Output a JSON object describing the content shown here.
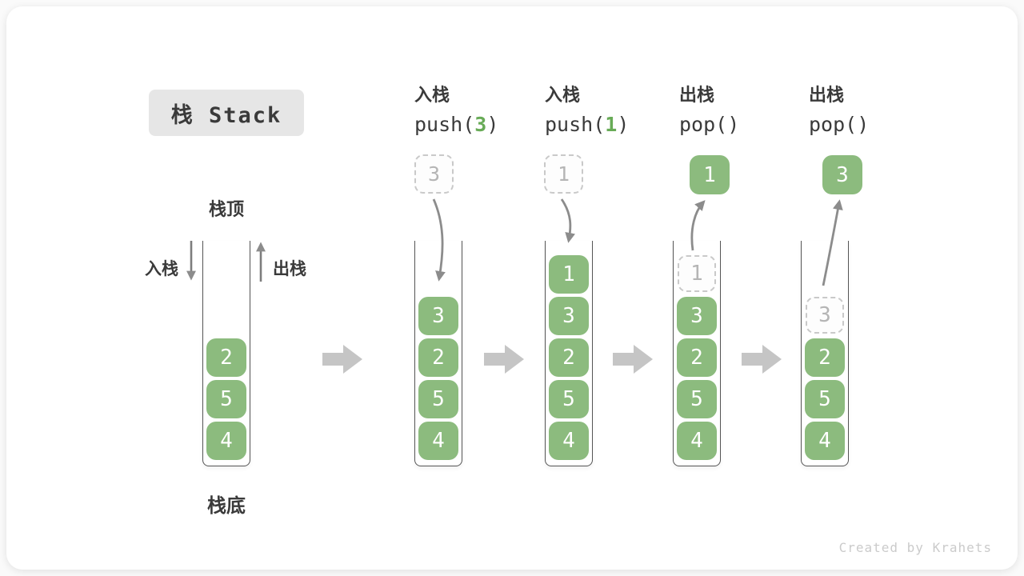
{
  "title": {
    "text": "栈 Stack"
  },
  "legend": {
    "top_label": "栈顶",
    "bottom_label": "栈底",
    "push_label": "入栈",
    "pop_label": "出栈"
  },
  "operations": [
    {
      "label": "入栈",
      "code_prefix": "push(",
      "code_value": "3",
      "code_suffix": ")"
    },
    {
      "label": "入栈",
      "code_prefix": "push(",
      "code_value": "1",
      "code_suffix": ")"
    },
    {
      "label": "出栈",
      "code_prefix": "pop(",
      "code_value": "",
      "code_suffix": ")"
    },
    {
      "label": "出栈",
      "code_prefix": "pop(",
      "code_value": "",
      "code_suffix": ")"
    }
  ],
  "stacks": [
    {
      "slots": {
        "s0": "4",
        "s1": "5",
        "s2": "2"
      }
    },
    {
      "incoming": "3",
      "slots": {
        "s0": "4",
        "s1": "5",
        "s2": "2",
        "s3": "3"
      }
    },
    {
      "incoming": "1",
      "slots": {
        "s0": "4",
        "s1": "5",
        "s2": "2",
        "s3": "3",
        "s4": "1"
      }
    },
    {
      "popped": "1",
      "ghost": "1",
      "slots": {
        "s0": "4",
        "s1": "5",
        "s2": "2",
        "s3": "3"
      }
    },
    {
      "popped": "3",
      "ghost": "3",
      "slots": {
        "s0": "4",
        "s1": "5",
        "s2": "2"
      }
    }
  ],
  "colors": {
    "box_green": "#8cbb7e",
    "code_green": "#68ab57",
    "arrow_gray": "#8c8c8c",
    "block_arrow_gray": "#c5c5c5",
    "title_bg": "#e6e6e6",
    "text_dark": "#3a3a3a",
    "ghost_border": "#c9c9c9"
  },
  "credit": "Created by Krahets"
}
